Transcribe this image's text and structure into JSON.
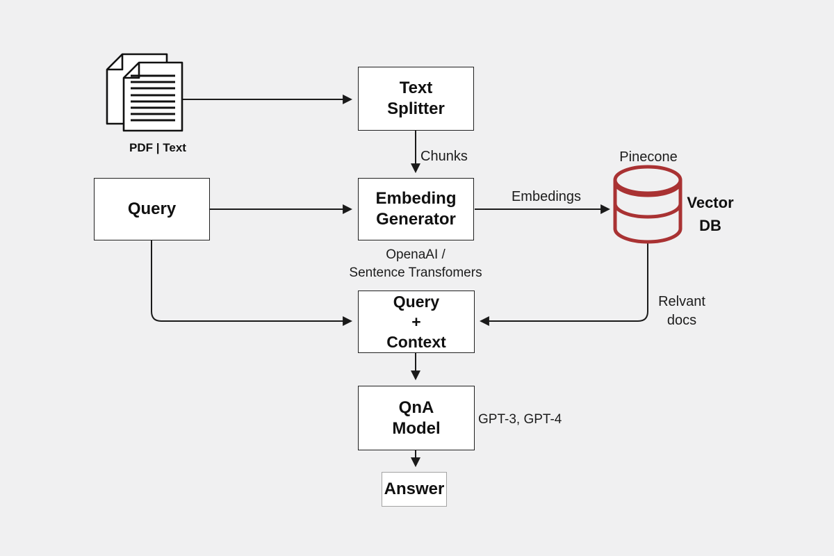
{
  "diagram": {
    "title": "RAG question-answering pipeline flowchart",
    "colors": {
      "background": "#f0f0f1",
      "node_fill": "#ffffff",
      "node_border": "#1f1f1f",
      "arrow": "#1a1a1a",
      "database_red": "#a93233",
      "answer_border": "#a3a3a3"
    },
    "nodes": {
      "text_splitter": {
        "label": "Text\nSplitter"
      },
      "query": {
        "label": "Query"
      },
      "embedding_generator": {
        "label": "Embeding\nGenerator"
      },
      "query_context": {
        "label": "Query\n+\nContext"
      },
      "qna_model": {
        "label": "QnA\nModel"
      },
      "answer": {
        "label": "Answer"
      }
    },
    "labels": {
      "source_docs": "PDF | Text",
      "chunks": "Chunks",
      "embeddings": "Embedings",
      "pinecone": "Pinecone",
      "vector_db": "Vector\nDB",
      "embedding_models": "OpenaAI /\nSentence Transfomers",
      "relevant_docs": "Relvant\ndocs",
      "qna_models": "GPT-3, GPT-4"
    },
    "icons": {
      "documents": "documents-stack-icon",
      "vector_db": "database-cylinder-icon"
    },
    "edges": [
      {
        "from": "documents",
        "to": "text_splitter",
        "label": ""
      },
      {
        "from": "text_splitter",
        "to": "embedding_generator",
        "label": "Chunks"
      },
      {
        "from": "query",
        "to": "embedding_generator",
        "label": ""
      },
      {
        "from": "embedding_generator",
        "to": "vector_db",
        "label": "Embedings"
      },
      {
        "from": "vector_db",
        "to": "query_context",
        "label": "Relvant docs"
      },
      {
        "from": "query",
        "to": "query_context",
        "label": ""
      },
      {
        "from": "query_context",
        "to": "qna_model",
        "label": ""
      },
      {
        "from": "qna_model",
        "to": "answer",
        "label": ""
      }
    ]
  }
}
